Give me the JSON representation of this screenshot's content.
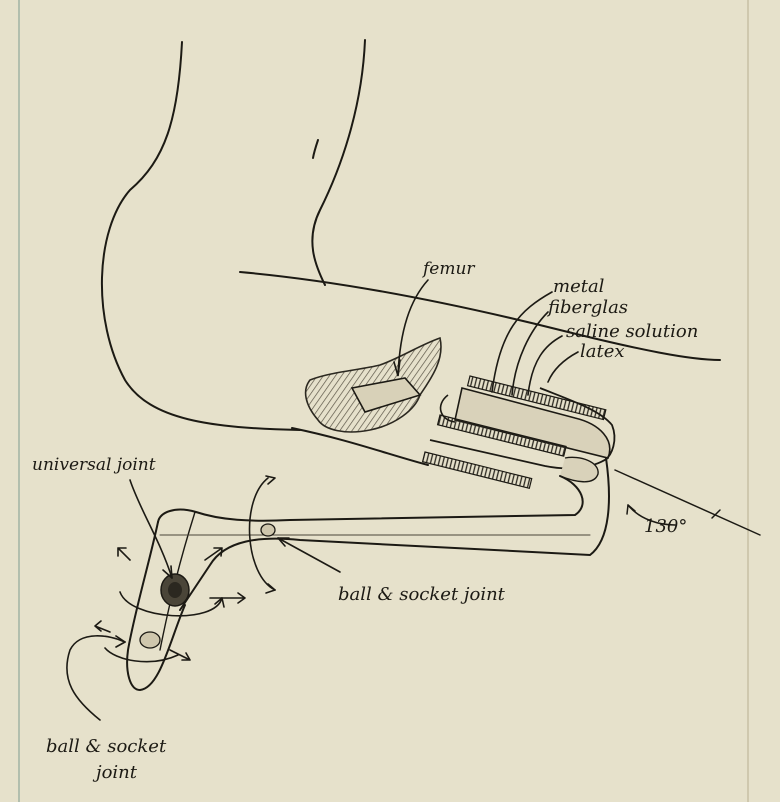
{
  "labels": {
    "femur": "femur",
    "metal": "metal",
    "fiberglas": "fiberglas",
    "saline_solution": "saline solution",
    "latex": "latex",
    "universal_joint": "universal joint",
    "angle": "130°",
    "ball_socket_joint_knee": "ball & socket joint",
    "ball_socket_joint_ankle_line1": "ball & socket",
    "ball_socket_joint_ankle_line2": "joint"
  },
  "colors": {
    "paper": "#e6e1cb",
    "ink": "#1c1a14",
    "graphite": "#4a4538",
    "shading": "#7a7362",
    "margin_line": "#8fa89a"
  }
}
